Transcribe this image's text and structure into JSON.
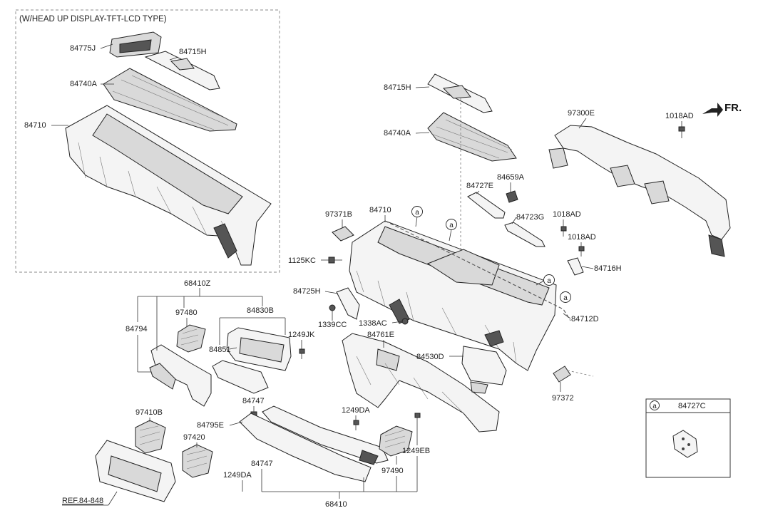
{
  "title": "(W/HEAD UP DISPLAY-TFT-LCD TYPE)",
  "fr_label": "FR.",
  "callout_letter": "a",
  "legend": {
    "letter": "a",
    "part": "84727C"
  },
  "reference": "REF.84-848",
  "labels": {
    "hud_84775J": "84775J",
    "hud_84715H": "84715H",
    "hud_84740A": "84740A",
    "hud_84710": "84710",
    "p84715H": "84715H",
    "p84740A": "84740A",
    "p97300E": "97300E",
    "p1018AD_a": "1018AD",
    "p84727E": "84727E",
    "p84659A": "84659A",
    "p97371B": "97371B",
    "p84710": "84710",
    "p84723G": "84723G",
    "p1018AD_b": "1018AD",
    "p1018AD_c": "1018AD",
    "p1125KC": "1125KC",
    "p84716H": "84716H",
    "p68410Z": "68410Z",
    "p84725H": "84725H",
    "p1339CC": "1339CC",
    "p1338AC": "1338AC",
    "p84712D": "84712D",
    "p84794": "84794",
    "p97480": "97480",
    "p84830B": "84830B",
    "p1249JK": "1249JK",
    "p84761E": "84761E",
    "p84851": "84851",
    "p84530D": "84530D",
    "p97372": "97372",
    "p84747_a": "84747",
    "p1249DA_a": "1249DA",
    "p97410B": "97410B",
    "p84795E": "84795E",
    "p97420": "97420",
    "p1249EB": "1249EB",
    "p84747_b": "84747",
    "p97490": "97490",
    "p1249DA_b": "1249DA",
    "p68410": "68410"
  }
}
